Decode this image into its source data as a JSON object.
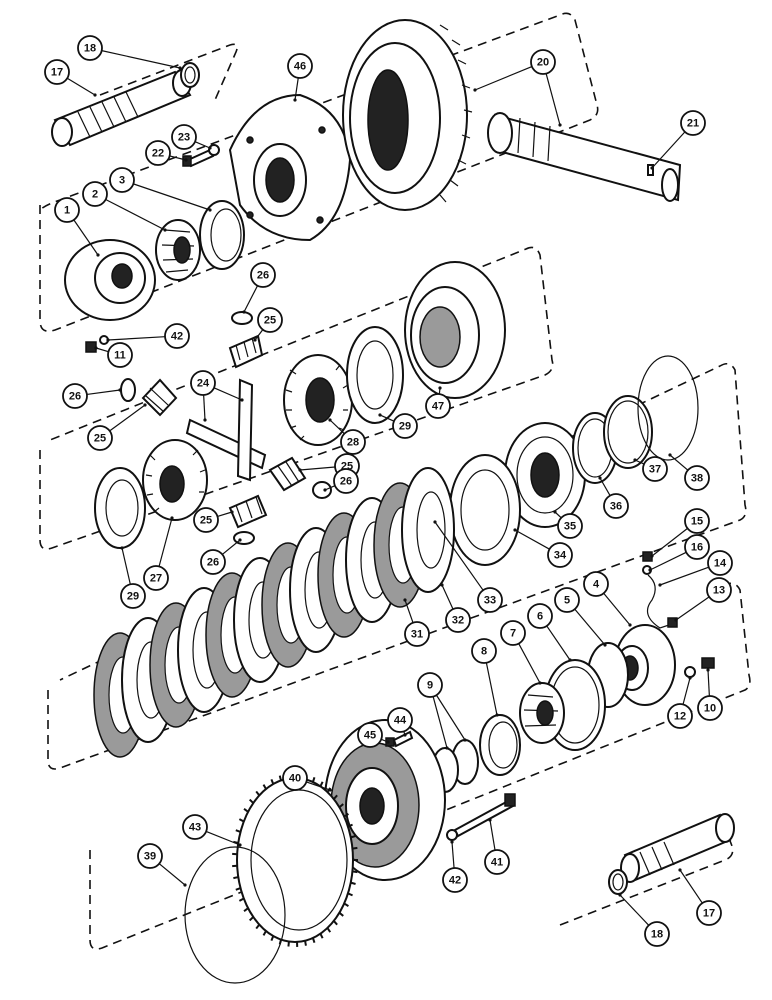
{
  "callouts": [
    {
      "id": "c17a",
      "label": "17"
    },
    {
      "id": "c18a",
      "label": "18"
    },
    {
      "id": "c46",
      "label": "46"
    },
    {
      "id": "c20",
      "label": "20"
    },
    {
      "id": "c21",
      "label": "21"
    },
    {
      "id": "c23",
      "label": "23"
    },
    {
      "id": "c22",
      "label": "22"
    },
    {
      "id": "c1",
      "label": "1"
    },
    {
      "id": "c2",
      "label": "2"
    },
    {
      "id": "c3",
      "label": "3"
    },
    {
      "id": "c42a",
      "label": "42"
    },
    {
      "id": "c11",
      "label": "11"
    },
    {
      "id": "c26a",
      "label": "26"
    },
    {
      "id": "c25a",
      "label": "25"
    },
    {
      "id": "c26b",
      "label": "26"
    },
    {
      "id": "c25b",
      "label": "25"
    },
    {
      "id": "c24",
      "label": "24"
    },
    {
      "id": "c28",
      "label": "28"
    },
    {
      "id": "c29a",
      "label": "29"
    },
    {
      "id": "c47",
      "label": "47"
    },
    {
      "id": "c38",
      "label": "38"
    },
    {
      "id": "c37",
      "label": "37"
    },
    {
      "id": "c36",
      "label": "36"
    },
    {
      "id": "c35",
      "label": "35"
    },
    {
      "id": "c25c",
      "label": "25"
    },
    {
      "id": "c26c",
      "label": "26"
    },
    {
      "id": "c25d",
      "label": "25"
    },
    {
      "id": "c26d",
      "label": "26"
    },
    {
      "id": "c29b",
      "label": "29"
    },
    {
      "id": "c27",
      "label": "27"
    },
    {
      "id": "c34",
      "label": "34"
    },
    {
      "id": "c33",
      "label": "33"
    },
    {
      "id": "c32",
      "label": "32"
    },
    {
      "id": "c31",
      "label": "31"
    },
    {
      "id": "c15",
      "label": "15"
    },
    {
      "id": "c16",
      "label": "16"
    },
    {
      "id": "c14",
      "label": "14"
    },
    {
      "id": "c13",
      "label": "13"
    },
    {
      "id": "c4",
      "label": "4"
    },
    {
      "id": "c5",
      "label": "5"
    },
    {
      "id": "c6",
      "label": "6"
    },
    {
      "id": "c7",
      "label": "7"
    },
    {
      "id": "c8",
      "label": "8"
    },
    {
      "id": "c9",
      "label": "9"
    },
    {
      "id": "c12",
      "label": "12"
    },
    {
      "id": "c10",
      "label": "10"
    },
    {
      "id": "c44",
      "label": "44"
    },
    {
      "id": "c45",
      "label": "45"
    },
    {
      "id": "c40",
      "label": "40"
    },
    {
      "id": "c43",
      "label": "43"
    },
    {
      "id": "c39",
      "label": "39"
    },
    {
      "id": "c42b",
      "label": "42"
    },
    {
      "id": "c41",
      "label": "41"
    },
    {
      "id": "c17b",
      "label": "17"
    },
    {
      "id": "c18b",
      "label": "18"
    }
  ]
}
